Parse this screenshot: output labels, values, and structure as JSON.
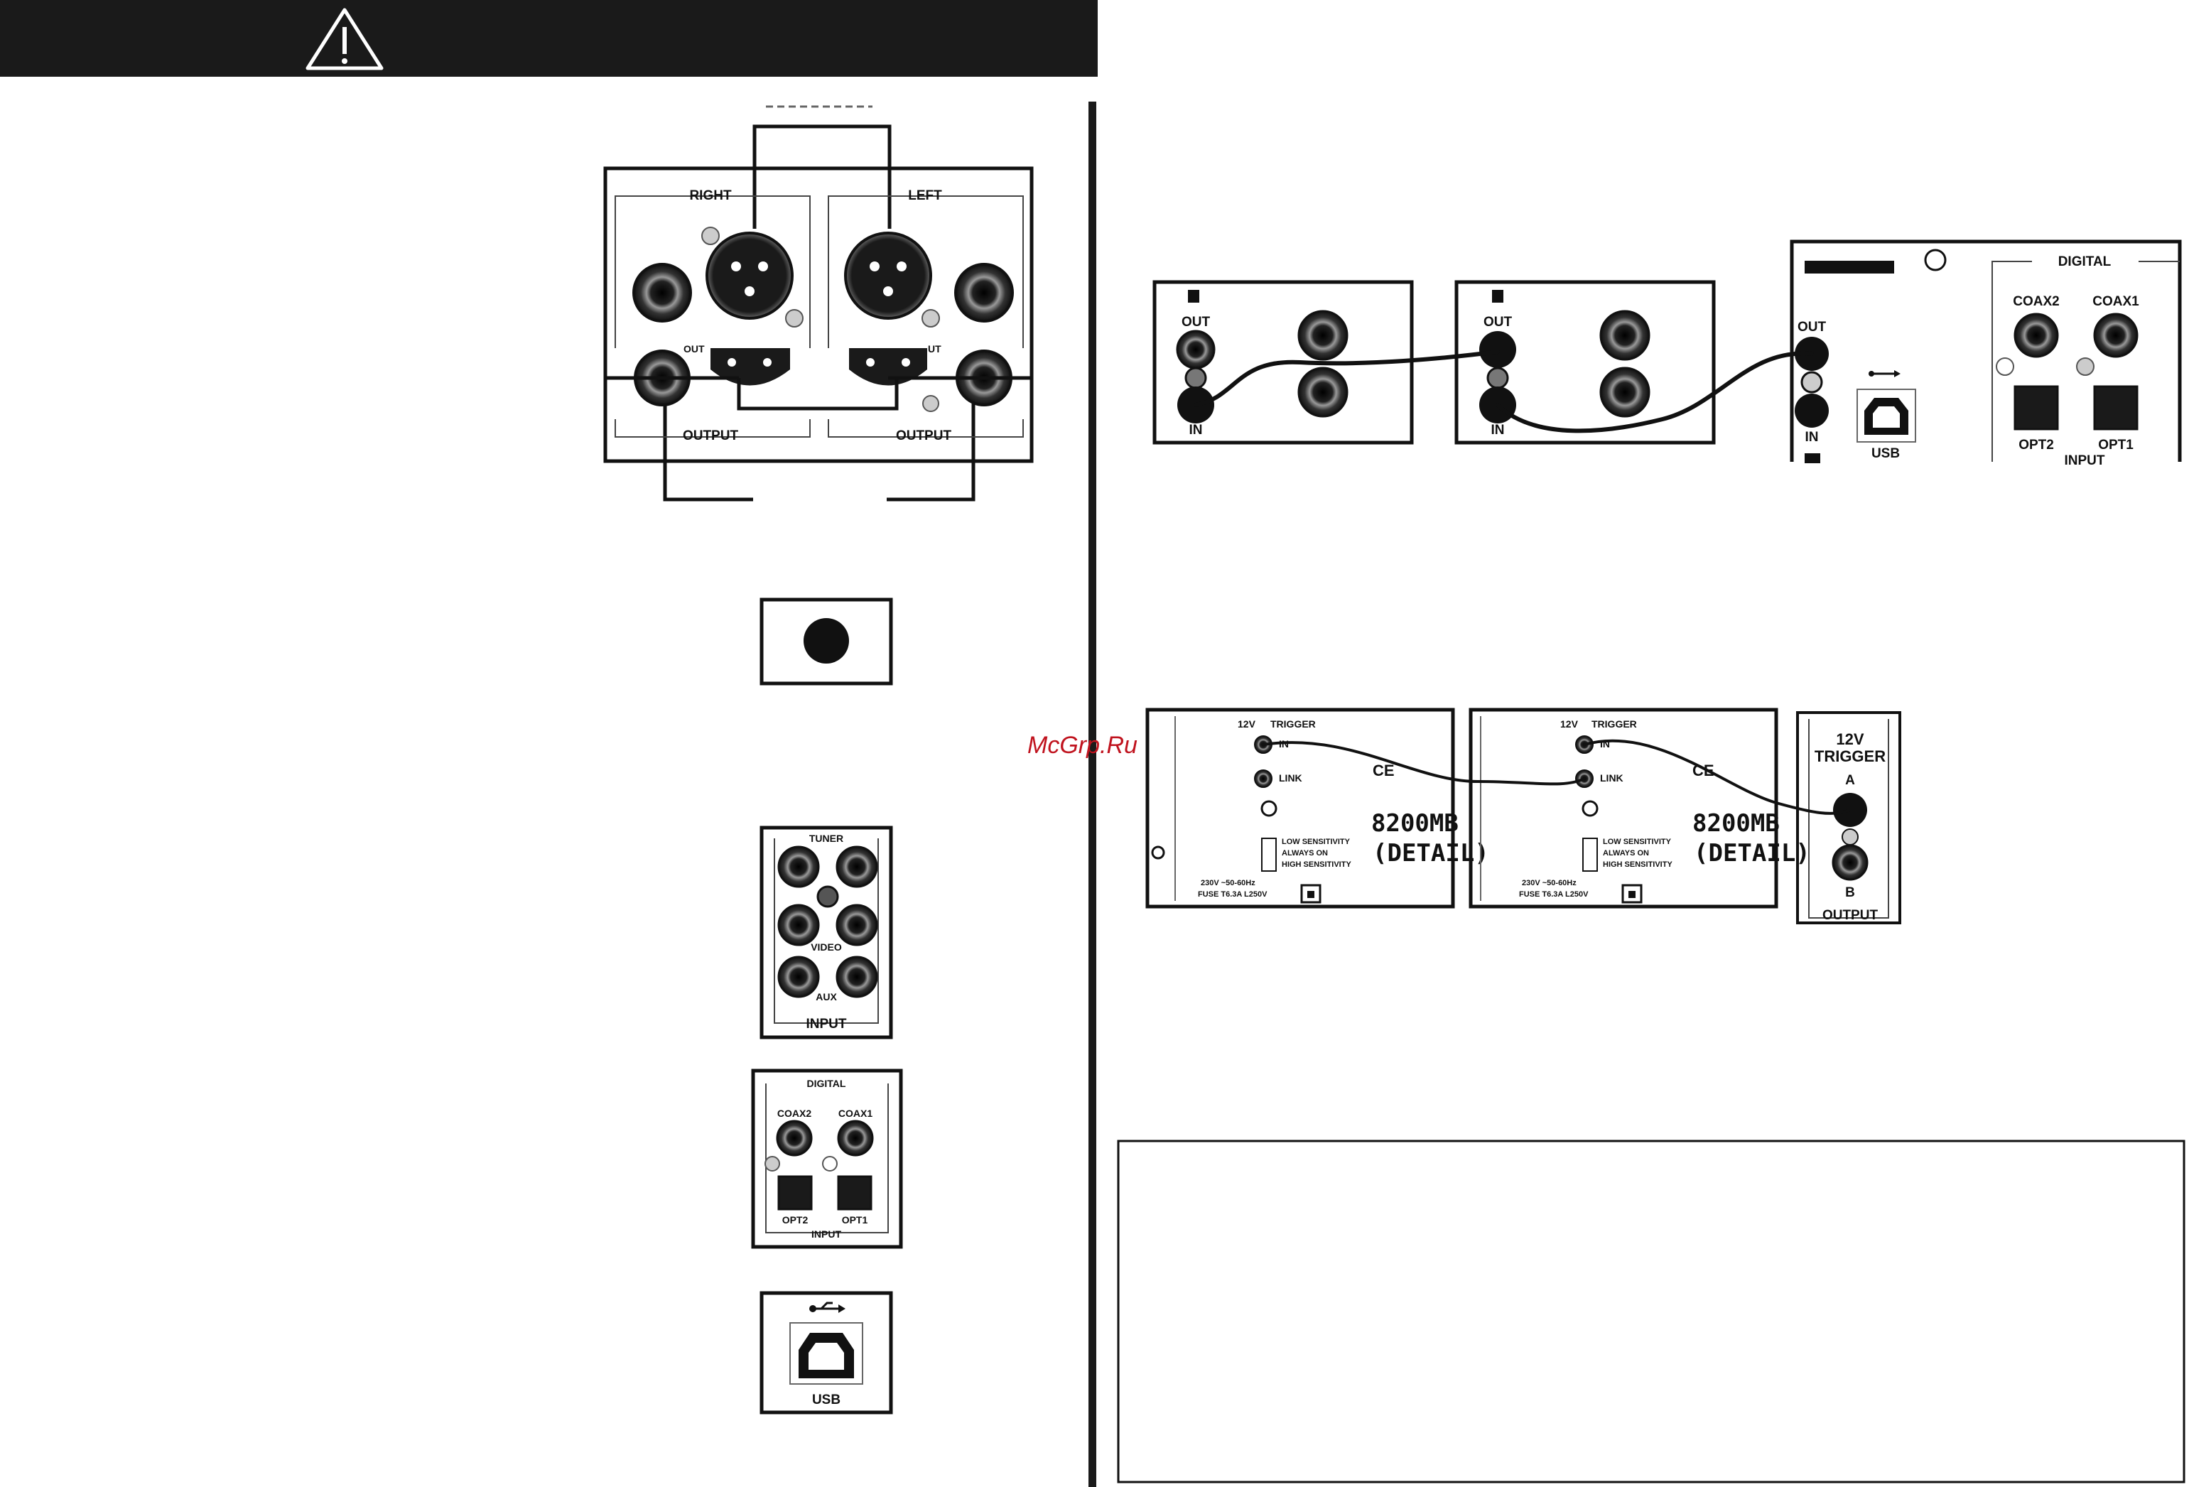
{
  "watermark": "McGrp.Ru",
  "balanced_output_panel": {
    "right_label": "RIGHT",
    "left_label": "LEFT",
    "out_label_right": "OUT",
    "out_label_left": "UT",
    "output_label_right": "OUTPUT",
    "output_label_left": "OUTPUT"
  },
  "input_panel": {
    "tuner_label": "TUNER",
    "video_label": "VIDEO",
    "aux_label": "AUX",
    "input_label": "INPUT"
  },
  "digital_panel": {
    "digital_label": "DIGITAL",
    "coax2_label": "COAX2",
    "coax1_label": "COAX1",
    "opt2_label": "OPT2",
    "opt1_label": "OPT1",
    "input_label": "INPUT"
  },
  "usb_panel": {
    "usb_label": "USB"
  },
  "ir_chain": {
    "unit1": {
      "out_label": "OUT",
      "in_label": "IN"
    },
    "unit2": {
      "out_label": "OUT",
      "in_label": "IN"
    },
    "source": {
      "out_label": "OUT",
      "in_label": "IN",
      "usb_label": "USB",
      "digital_label": "DIGITAL",
      "coax2_label": "COAX2",
      "coax1_label": "COAX1",
      "opt2_label": "OPT2",
      "opt1_label": "OPT1",
      "input_label": "INPUT"
    }
  },
  "trigger_chain": {
    "amp1": {
      "trigger_12v": "12V",
      "trigger_label": "TRIGGER",
      "in_label": "IN",
      "link_label": "LINK",
      "ce_mark": "CE",
      "low_sens": "LOW SENSITIVITY",
      "always_on": "ALWAYS ON",
      "high_sens": "HIGH SENSITIVITY",
      "model": "8200MB",
      "detail": "(DETAIL)",
      "power_spec": "230V ~50-60Hz",
      "fuse_spec": "FUSE T6.3A L250V"
    },
    "amp2": {
      "trigger_12v": "12V",
      "trigger_label": "TRIGGER",
      "in_label": "IN",
      "link_label": "LINK",
      "ce_mark": "CE",
      "low_sens": "LOW SENSITIVITY",
      "always_on": "ALWAYS ON",
      "high_sens": "HIGH SENSITIVITY",
      "model": "8200MB",
      "detail": "(DETAIL)",
      "power_spec": "230V ~50-60Hz",
      "fuse_spec": "FUSE T6.3A L250V"
    },
    "output": {
      "v12_label": "12V",
      "trigger_label": "TRIGGER",
      "a_label": "A",
      "b_label": "B",
      "output_label": "OUTPUT"
    }
  },
  "colors": {
    "ink": "#111111",
    "watermark": "#c0131e",
    "banner": "#1a1a1a"
  }
}
